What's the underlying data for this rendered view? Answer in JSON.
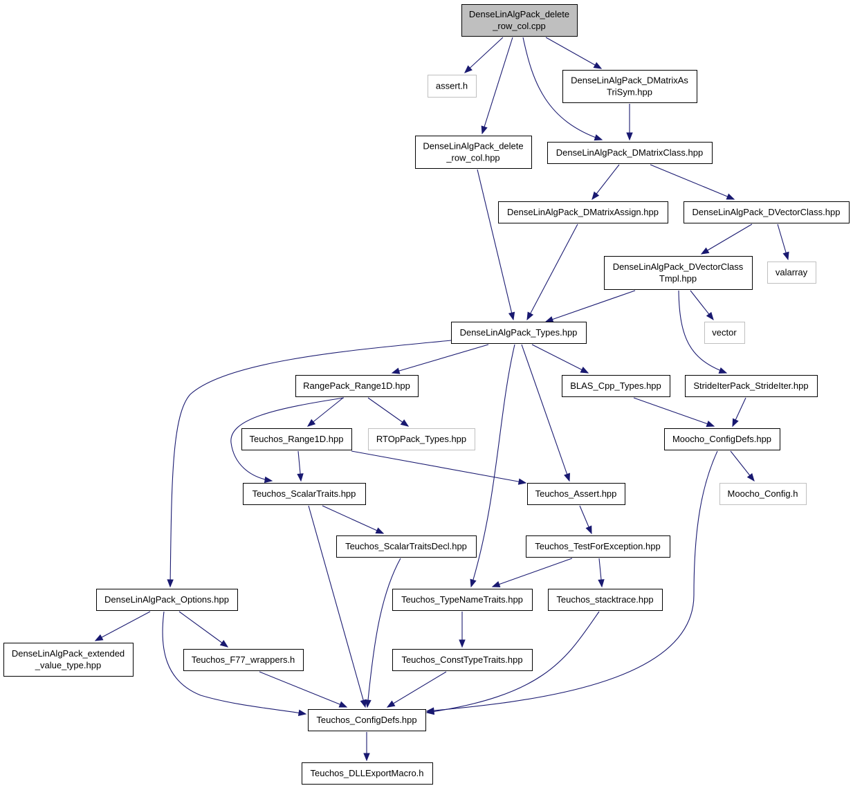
{
  "graph": {
    "colors": {
      "edge": "#191970",
      "node_border": "#000000",
      "external_border": "#bfbfbf",
      "root_fill": "#bfbfbf"
    },
    "nodes": {
      "root": [
        "DenseLinAlgPack_delete",
        "_row_col.cpp"
      ],
      "assert_h": [
        "assert.h"
      ],
      "dmatrix_as_trisym": [
        "DenseLinAlgPack_DMatrixAs",
        "TriSym.hpp"
      ],
      "delete_row_col_hpp": [
        "DenseLinAlgPack_delete",
        "_row_col.hpp"
      ],
      "dmatrix_class": [
        "DenseLinAlgPack_DMatrixClass.hpp"
      ],
      "dmatrix_assign": [
        "DenseLinAlgPack_DMatrixAssign.hpp"
      ],
      "dvector_class": [
        "DenseLinAlgPack_DVectorClass.hpp"
      ],
      "dvector_class_tmpl": [
        "DenseLinAlgPack_DVectorClass",
        "Tmpl.hpp"
      ],
      "valarray": [
        "valarray"
      ],
      "types": [
        "DenseLinAlgPack_Types.hpp"
      ],
      "vector": [
        "vector"
      ],
      "range1d": [
        "RangePack_Range1D.hpp"
      ],
      "blas_types": [
        "BLAS_Cpp_Types.hpp"
      ],
      "stride_iter": [
        "StrideIterPack_StrideIter.hpp"
      ],
      "teuchos_range1d": [
        "Teuchos_Range1D.hpp"
      ],
      "rtop_types": [
        "RTOpPack_Types.hpp"
      ],
      "moocho_configdefs": [
        "Moocho_ConfigDefs.hpp"
      ],
      "scalar_traits": [
        "Teuchos_ScalarTraits.hpp"
      ],
      "teuchos_assert": [
        "Teuchos_Assert.hpp"
      ],
      "moocho_config": [
        "Moocho_Config.h"
      ],
      "scalar_traits_decl": [
        "Teuchos_ScalarTraitsDecl.hpp"
      ],
      "test_for_exception": [
        "Teuchos_TestForException.hpp"
      ],
      "options": [
        "DenseLinAlgPack_Options.hpp"
      ],
      "type_name_traits": [
        "Teuchos_TypeNameTraits.hpp"
      ],
      "stacktrace": [
        "Teuchos_stacktrace.hpp"
      ],
      "extended_value_type": [
        "DenseLinAlgPack_extended",
        "_value_type.hpp"
      ],
      "f77_wrappers": [
        "Teuchos_F77_wrappers.h"
      ],
      "const_type_traits": [
        "Teuchos_ConstTypeTraits.hpp"
      ],
      "teuchos_configdefs": [
        "Teuchos_ConfigDefs.hpp"
      ],
      "dll_export": [
        "Teuchos_DLLExportMacro.h"
      ]
    },
    "external_nodes": [
      "assert_h",
      "valarray",
      "vector",
      "rtop_types",
      "moocho_config"
    ],
    "root_node": "root",
    "edges": [
      [
        "root",
        "assert_h"
      ],
      [
        "root",
        "delete_row_col_hpp"
      ],
      [
        "root",
        "dmatrix_class"
      ],
      [
        "root",
        "dmatrix_as_trisym"
      ],
      [
        "dmatrix_as_trisym",
        "dmatrix_class"
      ],
      [
        "delete_row_col_hpp",
        "types"
      ],
      [
        "dmatrix_class",
        "dmatrix_assign"
      ],
      [
        "dmatrix_class",
        "dvector_class"
      ],
      [
        "dmatrix_assign",
        "types"
      ],
      [
        "dvector_class",
        "dvector_class_tmpl"
      ],
      [
        "dvector_class",
        "valarray"
      ],
      [
        "dvector_class_tmpl",
        "types"
      ],
      [
        "dvector_class_tmpl",
        "vector"
      ],
      [
        "dvector_class_tmpl",
        "stride_iter"
      ],
      [
        "types",
        "options"
      ],
      [
        "types",
        "range1d"
      ],
      [
        "types",
        "type_name_traits"
      ],
      [
        "types",
        "teuchos_assert"
      ],
      [
        "types",
        "blas_types"
      ],
      [
        "range1d",
        "scalar_traits"
      ],
      [
        "range1d",
        "teuchos_range1d"
      ],
      [
        "range1d",
        "rtop_types"
      ],
      [
        "blas_types",
        "moocho_configdefs"
      ],
      [
        "stride_iter",
        "moocho_configdefs"
      ],
      [
        "teuchos_range1d",
        "scalar_traits"
      ],
      [
        "teuchos_range1d",
        "teuchos_assert"
      ],
      [
        "moocho_configdefs",
        "moocho_config"
      ],
      [
        "moocho_configdefs",
        "teuchos_configdefs"
      ],
      [
        "scalar_traits",
        "scalar_traits_decl"
      ],
      [
        "scalar_traits",
        "teuchos_configdefs"
      ],
      [
        "teuchos_assert",
        "test_for_exception"
      ],
      [
        "scalar_traits_decl",
        "teuchos_configdefs"
      ],
      [
        "test_for_exception",
        "type_name_traits"
      ],
      [
        "test_for_exception",
        "stacktrace"
      ],
      [
        "options",
        "extended_value_type"
      ],
      [
        "options",
        "f77_wrappers"
      ],
      [
        "options",
        "teuchos_configdefs"
      ],
      [
        "type_name_traits",
        "const_type_traits"
      ],
      [
        "stacktrace",
        "teuchos_configdefs"
      ],
      [
        "f77_wrappers",
        "teuchos_configdefs"
      ],
      [
        "const_type_traits",
        "teuchos_configdefs"
      ],
      [
        "teuchos_configdefs",
        "dll_export"
      ]
    ]
  }
}
